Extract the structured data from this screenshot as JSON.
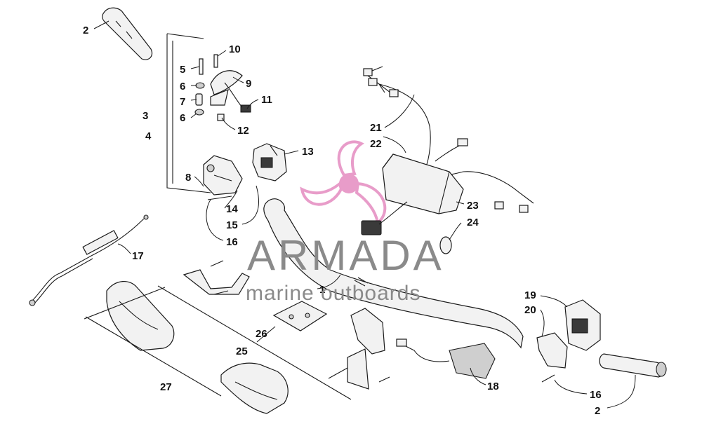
{
  "watermark": {
    "name": "ARMADA",
    "tagline": "marine outboards",
    "logo_color": "#e48bc0",
    "text_color": "#8a8a8a"
  },
  "callouts": [
    {
      "id": "c1",
      "label": "1"
    },
    {
      "id": "c2a",
      "label": "2"
    },
    {
      "id": "c2b",
      "label": "2"
    },
    {
      "id": "c3",
      "label": "3"
    },
    {
      "id": "c4",
      "label": "4"
    },
    {
      "id": "c5",
      "label": "5"
    },
    {
      "id": "c6a",
      "label": "6"
    },
    {
      "id": "c6b",
      "label": "6"
    },
    {
      "id": "c7",
      "label": "7"
    },
    {
      "id": "c8",
      "label": "8"
    },
    {
      "id": "c9",
      "label": "9"
    },
    {
      "id": "c10",
      "label": "10"
    },
    {
      "id": "c11",
      "label": "11"
    },
    {
      "id": "c12",
      "label": "12"
    },
    {
      "id": "c13",
      "label": "13"
    },
    {
      "id": "c14",
      "label": "14"
    },
    {
      "id": "c15",
      "label": "15"
    },
    {
      "id": "c16a",
      "label": "16"
    },
    {
      "id": "c16b",
      "label": "16"
    },
    {
      "id": "c17",
      "label": "17"
    },
    {
      "id": "c18",
      "label": "18"
    },
    {
      "id": "c19",
      "label": "19"
    },
    {
      "id": "c20",
      "label": "20"
    },
    {
      "id": "c21",
      "label": "21"
    },
    {
      "id": "c22",
      "label": "22"
    },
    {
      "id": "c23",
      "label": "23"
    },
    {
      "id": "c24",
      "label": "24"
    },
    {
      "id": "c25",
      "label": "25"
    },
    {
      "id": "c26",
      "label": "26"
    },
    {
      "id": "c27",
      "label": "27"
    }
  ]
}
